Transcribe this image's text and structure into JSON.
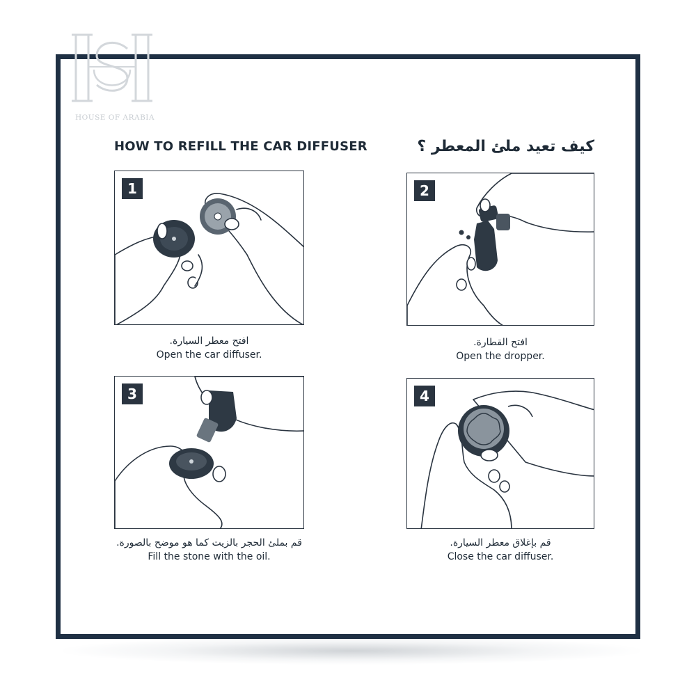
{
  "brand": {
    "logo_text": "HOUSE OF ARABIA"
  },
  "header": {
    "title_en": "HOW TO REFILL THE CAR DIFFUSER",
    "title_ar": "كيف تعيد ملئ المعطر ؟"
  },
  "steps": [
    {
      "number": "1",
      "caption_ar": "افتح معطر السيارة.",
      "caption_en": "Open the car diffuser."
    },
    {
      "number": "2",
      "caption_ar": "افتح القطارة.",
      "caption_en": "Open the dropper."
    },
    {
      "number": "3",
      "caption_ar": "قم بملئ الحجر بالزيت كما هو موضح بالصورة.",
      "caption_en": "Fill the stone with the oil."
    },
    {
      "number": "4",
      "caption_ar": "قم بإغلاق معطر السيارة.",
      "caption_en": "Close the car diffuser."
    }
  ],
  "colors": {
    "frame": "#1f3044",
    "badge": "#2a3440",
    "text": "#1e2a36",
    "watermark": "#d0d4d8"
  }
}
